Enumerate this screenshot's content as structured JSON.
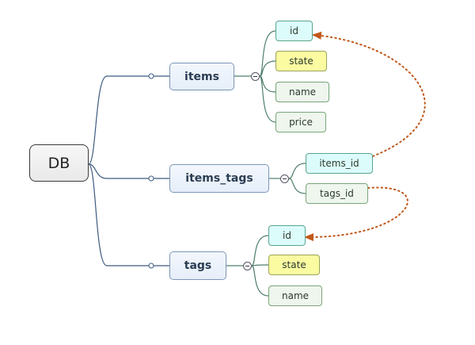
{
  "root": {
    "label": "DB"
  },
  "tables": {
    "items": {
      "label": "items",
      "fields": [
        {
          "label": "id",
          "color": "#dcfcfc"
        },
        {
          "label": "state",
          "color": "#fbfba2"
        },
        {
          "label": "name",
          "color": "#eef6ee"
        },
        {
          "label": "price",
          "color": "#eef6ee"
        }
      ]
    },
    "items_tags": {
      "label": "items_tags",
      "fields": [
        {
          "label": "items_id",
          "color": "#dcfcfc"
        },
        {
          "label": "tags_id",
          "color": "#eef6ee"
        }
      ]
    },
    "tags": {
      "label": "tags",
      "fields": [
        {
          "label": "id",
          "color": "#dcfcfc"
        },
        {
          "label": "state",
          "color": "#fbfba2"
        },
        {
          "label": "name",
          "color": "#eef6ee"
        }
      ]
    }
  },
  "relations": [
    {
      "from": "items_tags.items_id",
      "to": "items.id",
      "color": "#c0581a",
      "style": "dotted"
    },
    {
      "from": "items_tags.tags_id",
      "to": "tags.id",
      "color": "#c0581a",
      "style": "dotted"
    }
  ],
  "colors": {
    "branch": "#3d5a80",
    "relation": "#c0581a"
  }
}
